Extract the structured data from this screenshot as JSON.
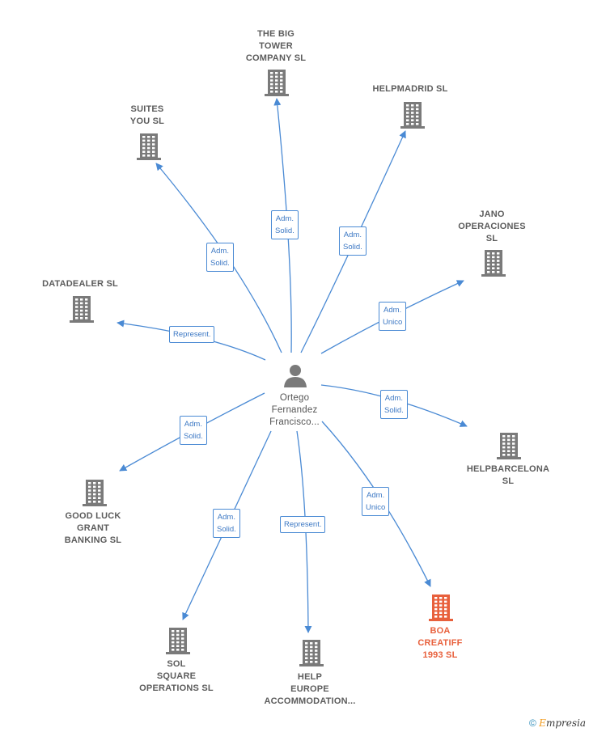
{
  "center": {
    "label": "Ortego\nFernandez\nFrancisco..."
  },
  "companies": [
    {
      "id": "big-tower",
      "label": "THE BIG\nTOWER\nCOMPANY  SL"
    },
    {
      "id": "helpmadrid",
      "label": "HELPMADRID SL"
    },
    {
      "id": "suites-you",
      "label": "SUITES\nYOU  SL"
    },
    {
      "id": "jano",
      "label": "JANO\nOPERACIONES\nSL"
    },
    {
      "id": "datadealer",
      "label": "DATADEALER SL"
    },
    {
      "id": "helpbarcelona",
      "label": "HELPBARCELONA\nSL"
    },
    {
      "id": "good-luck",
      "label": "GOOD LUCK\nGRANT\nBANKING  SL"
    },
    {
      "id": "boa",
      "label": "BOA\nCREATIFF\n1993  SL"
    },
    {
      "id": "sol-square",
      "label": "SOL\nSQUARE\nOPERATIONS SL"
    },
    {
      "id": "help-europe",
      "label": "HELP\nEUROPE\nACCOMMODATION..."
    }
  ],
  "roles": {
    "big-tower": "Adm.\nSolid.",
    "helpmadrid": "Adm.\nSolid.",
    "suites-you": "Adm.\nSolid.",
    "jano": "Adm.\nUnico",
    "datadealer": "Represent.",
    "helpbarcelona": "Adm.\nSolid.",
    "good-luck": "Adm.\nSolid.",
    "boa": "Adm.\nUnico",
    "sol-square": "Adm.\nSolid.",
    "help-europe": "Represent."
  },
  "colors": {
    "edge": "#4a8ad4",
    "node": "#7a7a7a",
    "highlight": "#e8603c"
  },
  "footer": {
    "copyright": "©",
    "brand_first": "E",
    "brand_rest": "mpresia"
  }
}
